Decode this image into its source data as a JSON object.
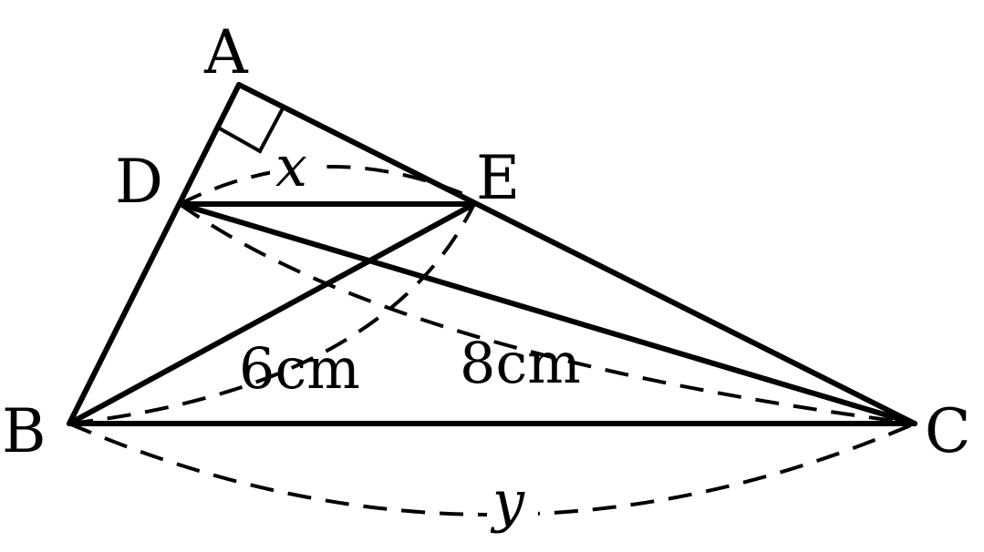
{
  "points": {
    "A": "A",
    "B": "B",
    "C": "C",
    "D": "D",
    "E": "E"
  },
  "labels": {
    "x": "x",
    "y": "y",
    "be_length": "6cm",
    "cd_length": "8cm"
  },
  "colors": {
    "stroke": "#000000",
    "background": "#ffffff"
  }
}
